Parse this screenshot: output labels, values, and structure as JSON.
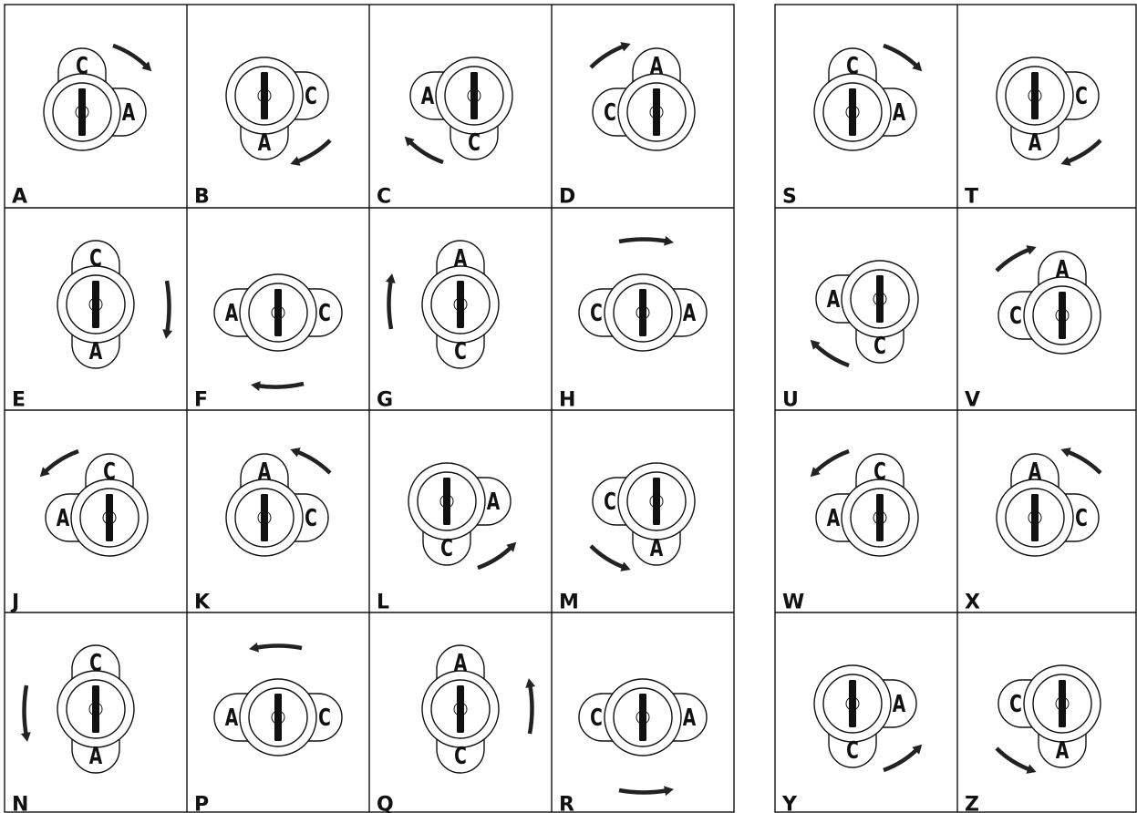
{
  "cells": [
    {
      "label": "A",
      "top": "C",
      "right": "A",
      "bottom": "",
      "left": "",
      "arrow": "tr-down"
    },
    {
      "label": "B",
      "top": "",
      "right": "C",
      "bottom": "A",
      "left": "",
      "arrow": "br-down"
    },
    {
      "label": "C",
      "top": "",
      "right": "",
      "bottom": "C",
      "left": "A",
      "arrow": "bl-up"
    },
    {
      "label": "D",
      "top": "A",
      "right": "",
      "bottom": "",
      "left": "C",
      "arrow": "tl-up"
    },
    {
      "label": "E",
      "top": "C",
      "right": "",
      "bottom": "A",
      "left": "",
      "arrow": "right-down"
    },
    {
      "label": "F",
      "top": "",
      "right": "C",
      "bottom": "",
      "left": "A",
      "arrow": "bottom-left"
    },
    {
      "label": "G",
      "top": "A",
      "right": "",
      "bottom": "C",
      "left": "",
      "arrow": "left-up"
    },
    {
      "label": "H",
      "top": "",
      "right": "A",
      "bottom": "",
      "left": "C",
      "arrow": "top-right"
    },
    {
      "label": "J",
      "top": "C",
      "right": "",
      "bottom": "",
      "left": "A",
      "arrow": "tl-down"
    },
    {
      "label": "K",
      "top": "A",
      "right": "C",
      "bottom": "",
      "left": "",
      "arrow": "tr-up"
    },
    {
      "label": "L",
      "top": "",
      "right": "A",
      "bottom": "C",
      "left": "",
      "arrow": "br-up"
    },
    {
      "label": "M",
      "top": "",
      "right": "",
      "bottom": "A",
      "left": "C",
      "arrow": "bl-down"
    },
    {
      "label": "N",
      "top": "C",
      "right": "",
      "bottom": "A",
      "left": "",
      "arrow": "left-down"
    },
    {
      "label": "P",
      "top": "",
      "right": "C",
      "bottom": "",
      "left": "A",
      "arrow": "top-left"
    },
    {
      "label": "Q",
      "top": "A",
      "right": "",
      "bottom": "C",
      "left": "",
      "arrow": "right-up"
    },
    {
      "label": "R",
      "top": "",
      "right": "A",
      "bottom": "",
      "left": "C",
      "arrow": "bottom-right"
    },
    {
      "label": "S",
      "top": "C",
      "right": "A",
      "bottom": "",
      "left": "",
      "arrow": "tr-down"
    },
    {
      "label": "T",
      "top": "",
      "right": "C",
      "bottom": "A",
      "left": "",
      "arrow": "br-down"
    },
    {
      "label": "U",
      "top": "",
      "right": "",
      "bottom": "C",
      "left": "A",
      "arrow": "bl-up"
    },
    {
      "label": "V",
      "top": "A",
      "right": "",
      "bottom": "",
      "left": "C",
      "arrow": "tl-up"
    },
    {
      "label": "W",
      "top": "C",
      "right": "",
      "bottom": "",
      "left": "A",
      "arrow": "tl-down"
    },
    {
      "label": "X",
      "top": "A",
      "right": "C",
      "bottom": "",
      "left": "",
      "arrow": "tr-up"
    },
    {
      "label": "Y",
      "top": "",
      "right": "A",
      "bottom": "C",
      "left": "",
      "arrow": "br-up"
    },
    {
      "label": "Z",
      "top": "",
      "right": "",
      "bottom": "A",
      "left": "C",
      "arrow": "bl-down"
    }
  ]
}
